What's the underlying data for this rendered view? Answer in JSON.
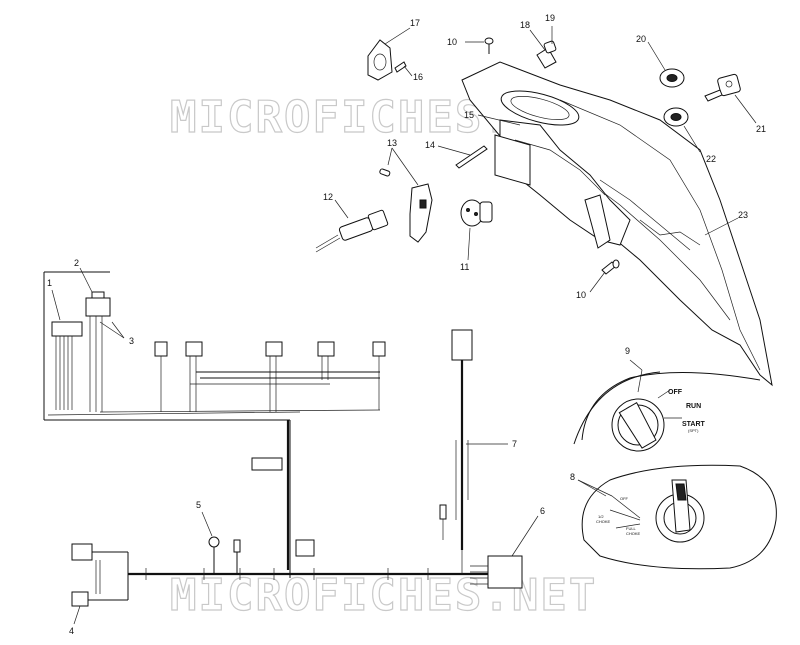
{
  "watermarks": [
    "MICROFICHES.NET",
    "MICROFICHES.NET"
  ],
  "callouts": [
    {
      "id": "c1",
      "text": "1"
    },
    {
      "id": "c2",
      "text": "2"
    },
    {
      "id": "c3",
      "text": "3"
    },
    {
      "id": "c4",
      "text": "4"
    },
    {
      "id": "c5",
      "text": "5"
    },
    {
      "id": "c6",
      "text": "6"
    },
    {
      "id": "c7",
      "text": "7"
    },
    {
      "id": "c8",
      "text": "8"
    },
    {
      "id": "c9",
      "text": "9"
    },
    {
      "id": "c10a",
      "text": "10"
    },
    {
      "id": "c10b",
      "text": "10"
    },
    {
      "id": "c11",
      "text": "11"
    },
    {
      "id": "c12",
      "text": "12"
    },
    {
      "id": "c13",
      "text": "13"
    },
    {
      "id": "c14",
      "text": "14"
    },
    {
      "id": "c15",
      "text": "15"
    },
    {
      "id": "c16",
      "text": "16"
    },
    {
      "id": "c17",
      "text": "17"
    },
    {
      "id": "c18",
      "text": "18"
    },
    {
      "id": "c19",
      "text": "19"
    },
    {
      "id": "c20",
      "text": "20"
    },
    {
      "id": "c21",
      "text": "21"
    },
    {
      "id": "c22",
      "text": "22"
    },
    {
      "id": "c23",
      "text": "23"
    }
  ],
  "ignition_switch": {
    "off": "OFF",
    "run": "RUN",
    "start": "START",
    "start_sub": "(SPT)"
  },
  "choke_switch": {
    "off": "OFF",
    "half": "1/2",
    "choke": "CHOKE",
    "full": "FULL",
    "choke2": "CHOKE"
  }
}
